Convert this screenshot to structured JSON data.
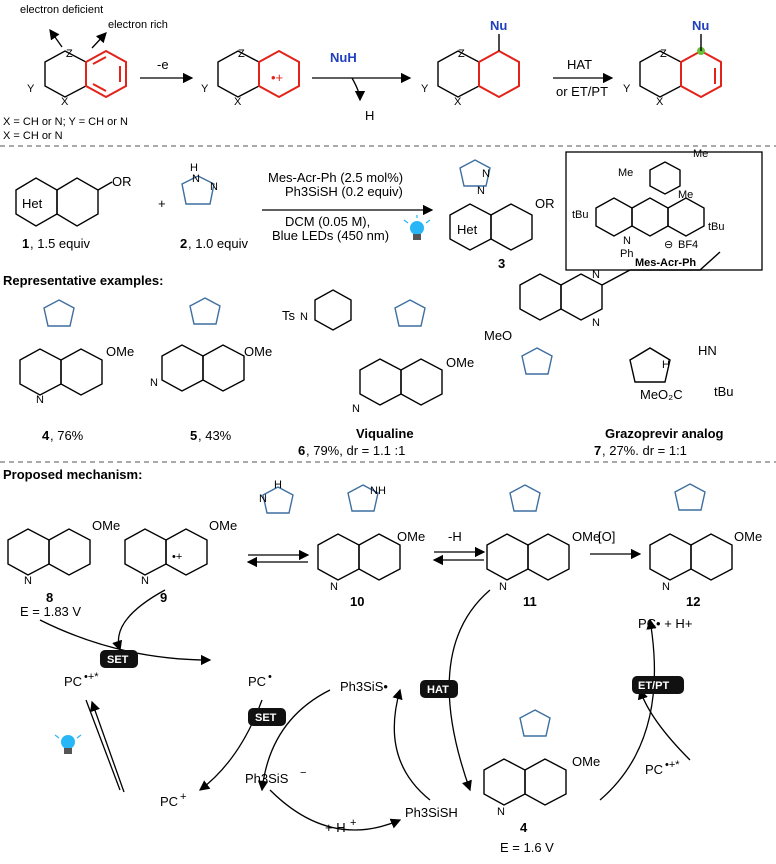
{
  "top": {
    "label_electron_deficient": "electron deficient",
    "label_electron_rich": "electron rich",
    "minus_e": "-e",
    "nuh": "NuH",
    "h_plus": "H",
    "hat": "HAT",
    "or_et_pt": "or ET/PT",
    "nu": "Nu",
    "legend_line1": "X = CH or N; Y = CH or N",
    "legend_line2": "X = CH or N"
  },
  "reaction": {
    "reagent1_sub": "OR",
    "het": "Het",
    "plus": "+",
    "reagent1_label": "1",
    "reagent1_equiv": ", 1.5 equiv",
    "reagent2_label": "2",
    "reagent2_equiv": ", 1.0 equiv",
    "cond1": "Mes-Acr-Ph (2.5 mol%)",
    "cond2": "Ph3SiSH (0.2 equiv)",
    "cond3": "DCM (0.05 M),",
    "cond4": "Blue LEDs (450 nm)",
    "product_label": "3",
    "catalyst_name": "Mes-Acr-Ph",
    "catalyst_counterion": "BF4",
    "me": "Me",
    "tbu": "tBu",
    "ph": "Ph"
  },
  "examples": {
    "heading": "Representative examples:",
    "items": [
      {
        "num": "4",
        "yield": ", 76%"
      },
      {
        "num": "5",
        "yield": ", 43%"
      },
      {
        "name": "Viqualine",
        "num": "6",
        "yield": ", 79%, dr = 1.1 :1"
      },
      {
        "name": "Grazoprevir analog",
        "num": "7",
        "yield": ", 27%. dr = 1:1"
      }
    ],
    "ome": "OMe",
    "ts": "Ts",
    "meo": "MeO",
    "meo2c": "MeO₂C",
    "tbu": "tBu",
    "hn": "HN",
    "h": "H"
  },
  "mechanism": {
    "heading": "Proposed mechanism:",
    "c8": "8",
    "e8": "E = 1.83 V",
    "c9": "9",
    "c10": "10",
    "c11": "11",
    "c12": "12",
    "minus_h": "-H",
    "ox": "[O]",
    "set1": "SET",
    "set2": "SET",
    "hat": "HAT",
    "etpt": "ET/PT",
    "pc_star": "PC",
    "pc_rad": "PC",
    "pc_plus": "PC",
    "ph3sis_rad": "Ph3SiS•",
    "ph3sis_minus": "Ph3SiS",
    "ph3sish": "Ph3SiSH",
    "plus_h": "+ H",
    "pc_h": "PC• + H+",
    "pc_star2": "PC",
    "c4": "4",
    "e4": "E = 1.6 V",
    "ome": "OMe",
    "nh_plus": "NH"
  }
}
